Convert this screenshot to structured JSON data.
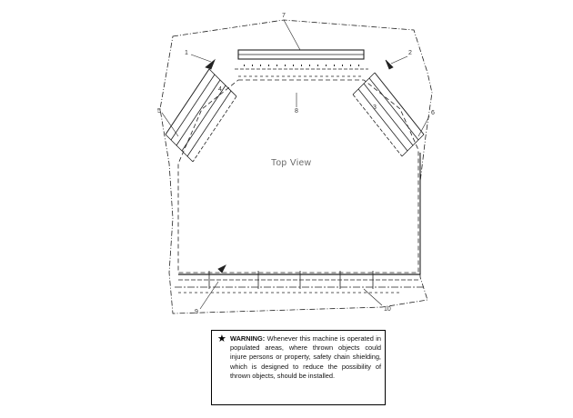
{
  "diagram": {
    "view_label": "Top View",
    "callouts": {
      "top": "7",
      "center": "8",
      "top_left_a": "1",
      "top_left_b": "4",
      "left": "5",
      "top_right_a": "2",
      "top_right_b": "3",
      "right": "6",
      "bottom_left": "9",
      "bottom_right": "10"
    }
  },
  "warning": {
    "icon": "star-icon",
    "heading": "WARNING:",
    "body": "Whenever this machine is operated in populated areas, where thrown objects could injure persons or property, safety chain shielding, which is designed to reduce the possibility of thrown objects, should be installed."
  }
}
